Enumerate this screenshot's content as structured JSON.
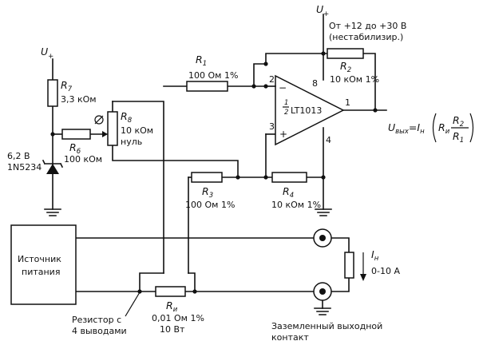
{
  "supply": {
    "left_symbol": "U",
    "left_sub": "+",
    "right_symbol": "U",
    "right_sub": "+",
    "right_range": "От +12 до +30 В",
    "right_note": "(нестабилизир.)"
  },
  "r7": {
    "name": "R",
    "sub": "7",
    "value": "3,3 кОм"
  },
  "r6": {
    "name": "R",
    "sub": "6",
    "value": "100 кОм"
  },
  "zener": {
    "voltage": "6,2 В",
    "part": "1N5234"
  },
  "r8": {
    "name": "R",
    "sub": "8",
    "value": "10 кОм",
    "label": "нуль"
  },
  "r1": {
    "name": "R",
    "sub": "1",
    "value": "100 Ом 1%"
  },
  "r2": {
    "name": "R",
    "sub": "2",
    "value": "10 кОм 1%"
  },
  "r3": {
    "name": "R",
    "sub": "3",
    "value": "100 Ом 1%"
  },
  "r4": {
    "name": "R",
    "sub": "4",
    "value": "10 кОм 1%"
  },
  "opamp": {
    "half_num": "1",
    "half_den": "2",
    "part": "LT1013",
    "pin_inv": "2",
    "pin_noninv": "3",
    "pin_out": "1",
    "pin_top": "8",
    "pin_bottom": "4",
    "minus": "−",
    "plus": "+"
  },
  "output": {
    "prefix": "U",
    "prefix_sub": "вых",
    "eq": "=",
    "i": "I",
    "i_sub": "н",
    "r": "R",
    "r_sub": "и",
    "num": "R",
    "num_sub": "2",
    "den": "R",
    "den_sub": "1"
  },
  "source": {
    "line1": "Источник",
    "line2": "питания"
  },
  "shunt": {
    "name": "R",
    "sub": "и",
    "value": "0,01 Ом 1%",
    "power": "10 Вт",
    "note_line1": "Резистор с",
    "note_line2": "4 выводами"
  },
  "load": {
    "i": "I",
    "sub": "н",
    "range": "0-10 А"
  },
  "ground_note": {
    "line1": "Заземленный выходной",
    "line2": "контакт"
  }
}
